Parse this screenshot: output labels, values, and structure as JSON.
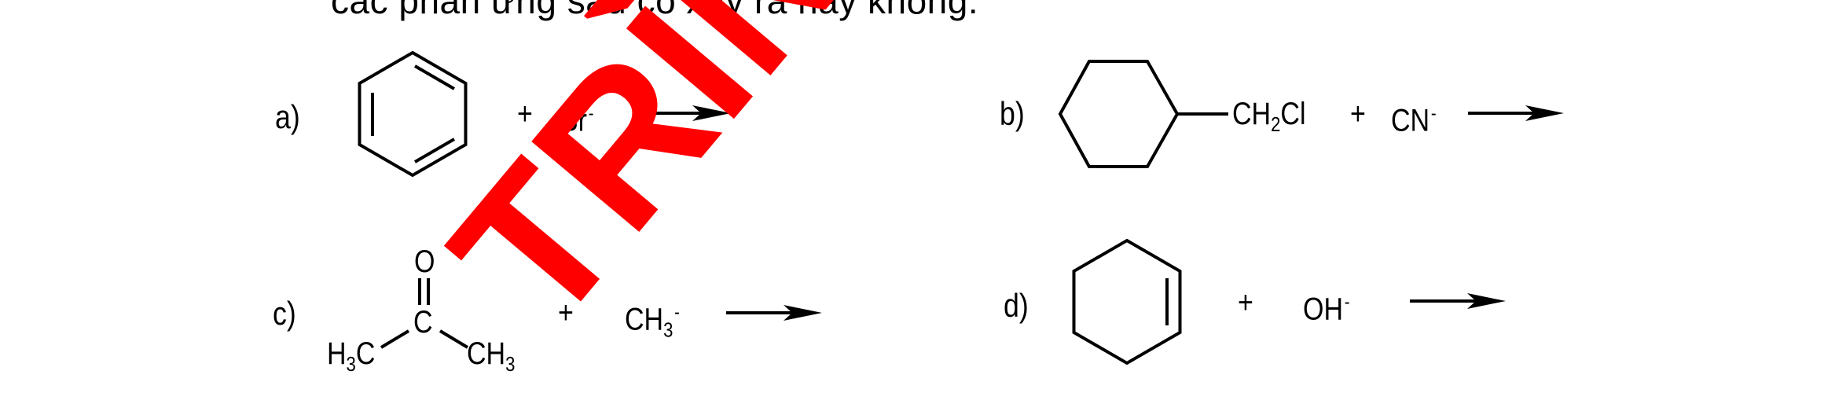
{
  "header_text": "các phản ứng sau có xảy ra hay không:",
  "reactions": {
    "a": {
      "label": "a)",
      "plus": "+",
      "reagent": "Br",
      "reagent_charge": "-",
      "substrate_icon": "benzene-ring"
    },
    "b": {
      "label": "b)",
      "substituent_prefix": "CH",
      "substituent_sub": "2",
      "substituent_suffix": "Cl",
      "plus": "+",
      "reagent": "CN",
      "reagent_charge": "-",
      "substrate_icon": "cyclohexane-ring"
    },
    "c": {
      "label": "c)",
      "oxygen": "O",
      "carbon": "C",
      "left_group": "H",
      "left_sub": "3",
      "left_suffix": "C",
      "right_group": "CH",
      "right_sub": "3",
      "plus": "+",
      "reagent": "CH",
      "reagent_sub": "3",
      "reagent_charge": "-",
      "substrate_icon": "acetone-structure"
    },
    "d": {
      "label": "d)",
      "plus": "+",
      "reagent": "OH",
      "reagent_charge": "-",
      "substrate_icon": "cyclohexene-ring"
    }
  },
  "watermark": {
    "text": "TRÌNH",
    "color": "#ff0000"
  }
}
